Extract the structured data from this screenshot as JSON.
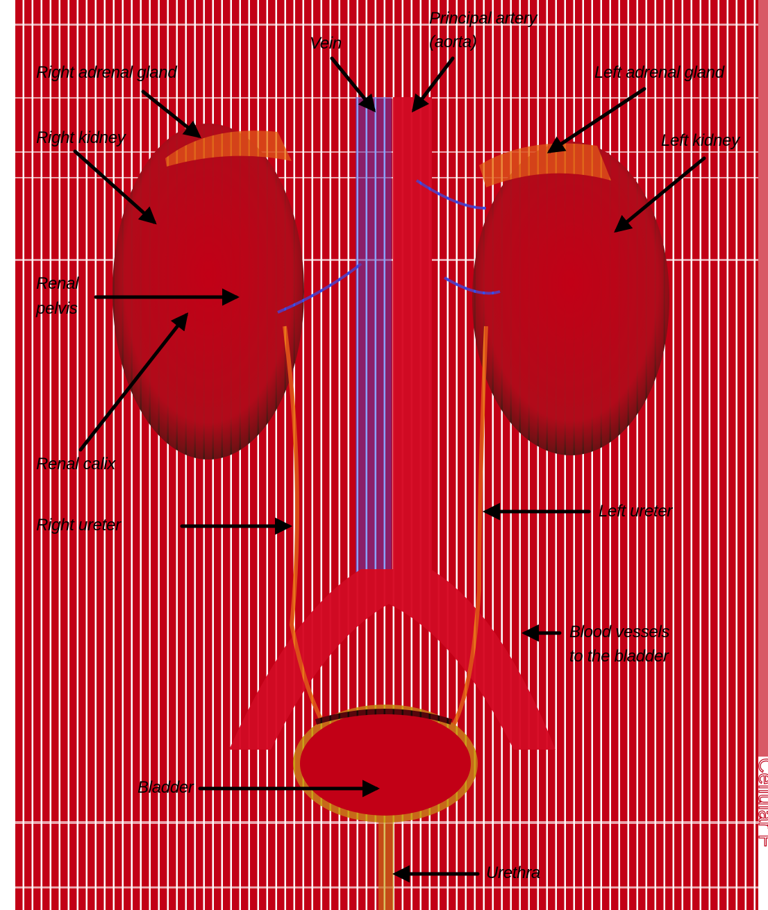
{
  "colors": {
    "background_red": "#c20016",
    "stripe_white": "#ffffff",
    "vein_blue": "#2a55ff",
    "gland_orange": "#e8761a",
    "bladder_gold": "#c9a21a",
    "arrow": "#000000",
    "label_text": "#000000"
  },
  "labels": {
    "principal_artery_1": "Principal artery",
    "principal_artery_2": "(aorta)",
    "vein": "Vein",
    "right_adrenal_gland": "Right adrenal gland",
    "left_adrenal_gland": "Left adrenal gland",
    "right_kidney": "Right kidney",
    "left_kidney": "Left kidney",
    "renal_pelvis_1": "Renal",
    "renal_pelvis_2": "pelvis",
    "renal_calix": "Renal calix",
    "right_ureter": "Right ureter",
    "left_ureter": "Left ureter",
    "blood_vessels_1": "Blood vessels",
    "blood_vessels_2": "to the bladder",
    "bladder": "Bladder",
    "urethra": "Urethra"
  },
  "side_watermark": "Cellular F"
}
